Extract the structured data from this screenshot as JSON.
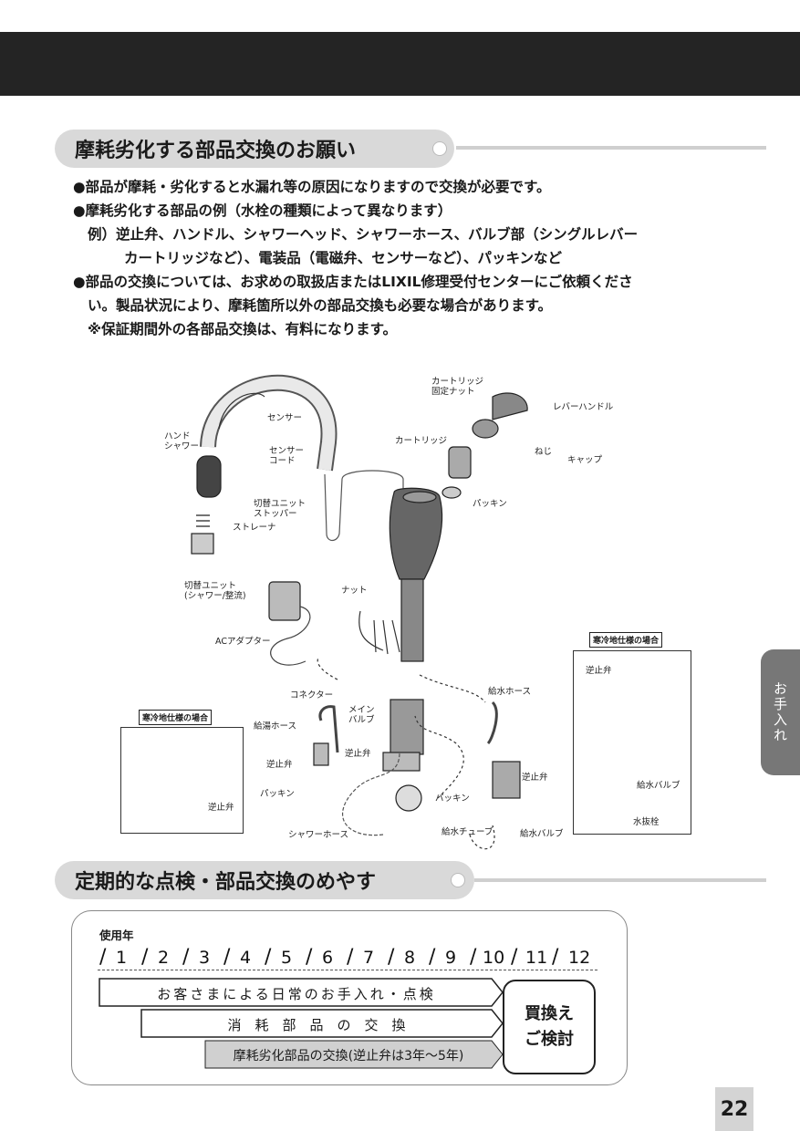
{
  "section1": {
    "title": "摩耗劣化する部品交換のお願い"
  },
  "bullets": [
    "●部品が摩耗・劣化すると水漏れ等の原因になりますので交換が必要です。",
    "●摩耗劣化する部品の例（水栓の種類によって異なります）",
    "例）逆止弁、ハンドル、シャワーヘッド、シャワーホース、バルブ部（シングルレバー",
    "カートリッジなど）、電装品（電磁弁、センサーなど）、パッキンなど",
    "●部品の交換については、お求めの取扱店またはLIXIL修理受付センターにご依頼くださ",
    "い。製品状況により、摩耗箇所以外の部品交換も必要な場合があります。",
    "※保証期間外の各部品交換は、有料になります。"
  ],
  "diagram": {
    "labels": {
      "sensor": "センサー",
      "hand_shower": [
        "ハンド",
        "シャワー"
      ],
      "sensor_cord": [
        "センサー",
        "コード"
      ],
      "switch_stopper": [
        "切替ユニット",
        "ストッパー"
      ],
      "strainer": "ストレーナ",
      "switch_unit": [
        "切替ユニット",
        "(シャワー/整流)"
      ],
      "ac_adapter": "ACアダプター",
      "nut": "ナット",
      "connector": "コネクター",
      "cartridge_nut": [
        "カートリッジ",
        "固定ナット"
      ],
      "lever_handle": "レバーハンドル",
      "cartridge": "カートリッジ",
      "screw": "ねじ",
      "cap": "キャップ",
      "packing_top": "パッキン",
      "hot_hose": "給湯ホース",
      "check_valve_left": "逆止弁",
      "packing_left": "パッキン",
      "main_valve": [
        "メイン",
        "バルブ"
      ],
      "check_valve_mid": "逆止弁",
      "shower_hose": "シャワーホース",
      "supply_hose": "給水ホース",
      "check_valve_right": "逆止弁",
      "packing_right": "パッキン",
      "supply_tube": "給水チューブ",
      "supply_valve": "給水バルブ"
    },
    "cold_box_left": {
      "title": "寒冷地仕様の場合",
      "check_valve": "逆止弁"
    },
    "cold_box_right": {
      "title": "寒冷地仕様の場合",
      "check_valve": "逆止弁",
      "supply_valve": "給水バルブ",
      "drain_plug": "水抜栓"
    }
  },
  "side_tab": "お手入れ",
  "section2": {
    "title": "定期的な点検・部品交換のめやす"
  },
  "schedule": {
    "label": "使用年",
    "years": [
      "1",
      "2",
      "3",
      "4",
      "5",
      "6",
      "7",
      "8",
      "9",
      "10",
      "11",
      "12"
    ],
    "row1": "お客さまによる日常のお手入れ・点検",
    "row2": "消　耗　部　品　の　交　換",
    "row3": "摩耗劣化部品の交換(逆止弁は3年〜5年)",
    "buy_line1": "買換え",
    "buy_line2": "ご検討"
  },
  "page_number": "22"
}
